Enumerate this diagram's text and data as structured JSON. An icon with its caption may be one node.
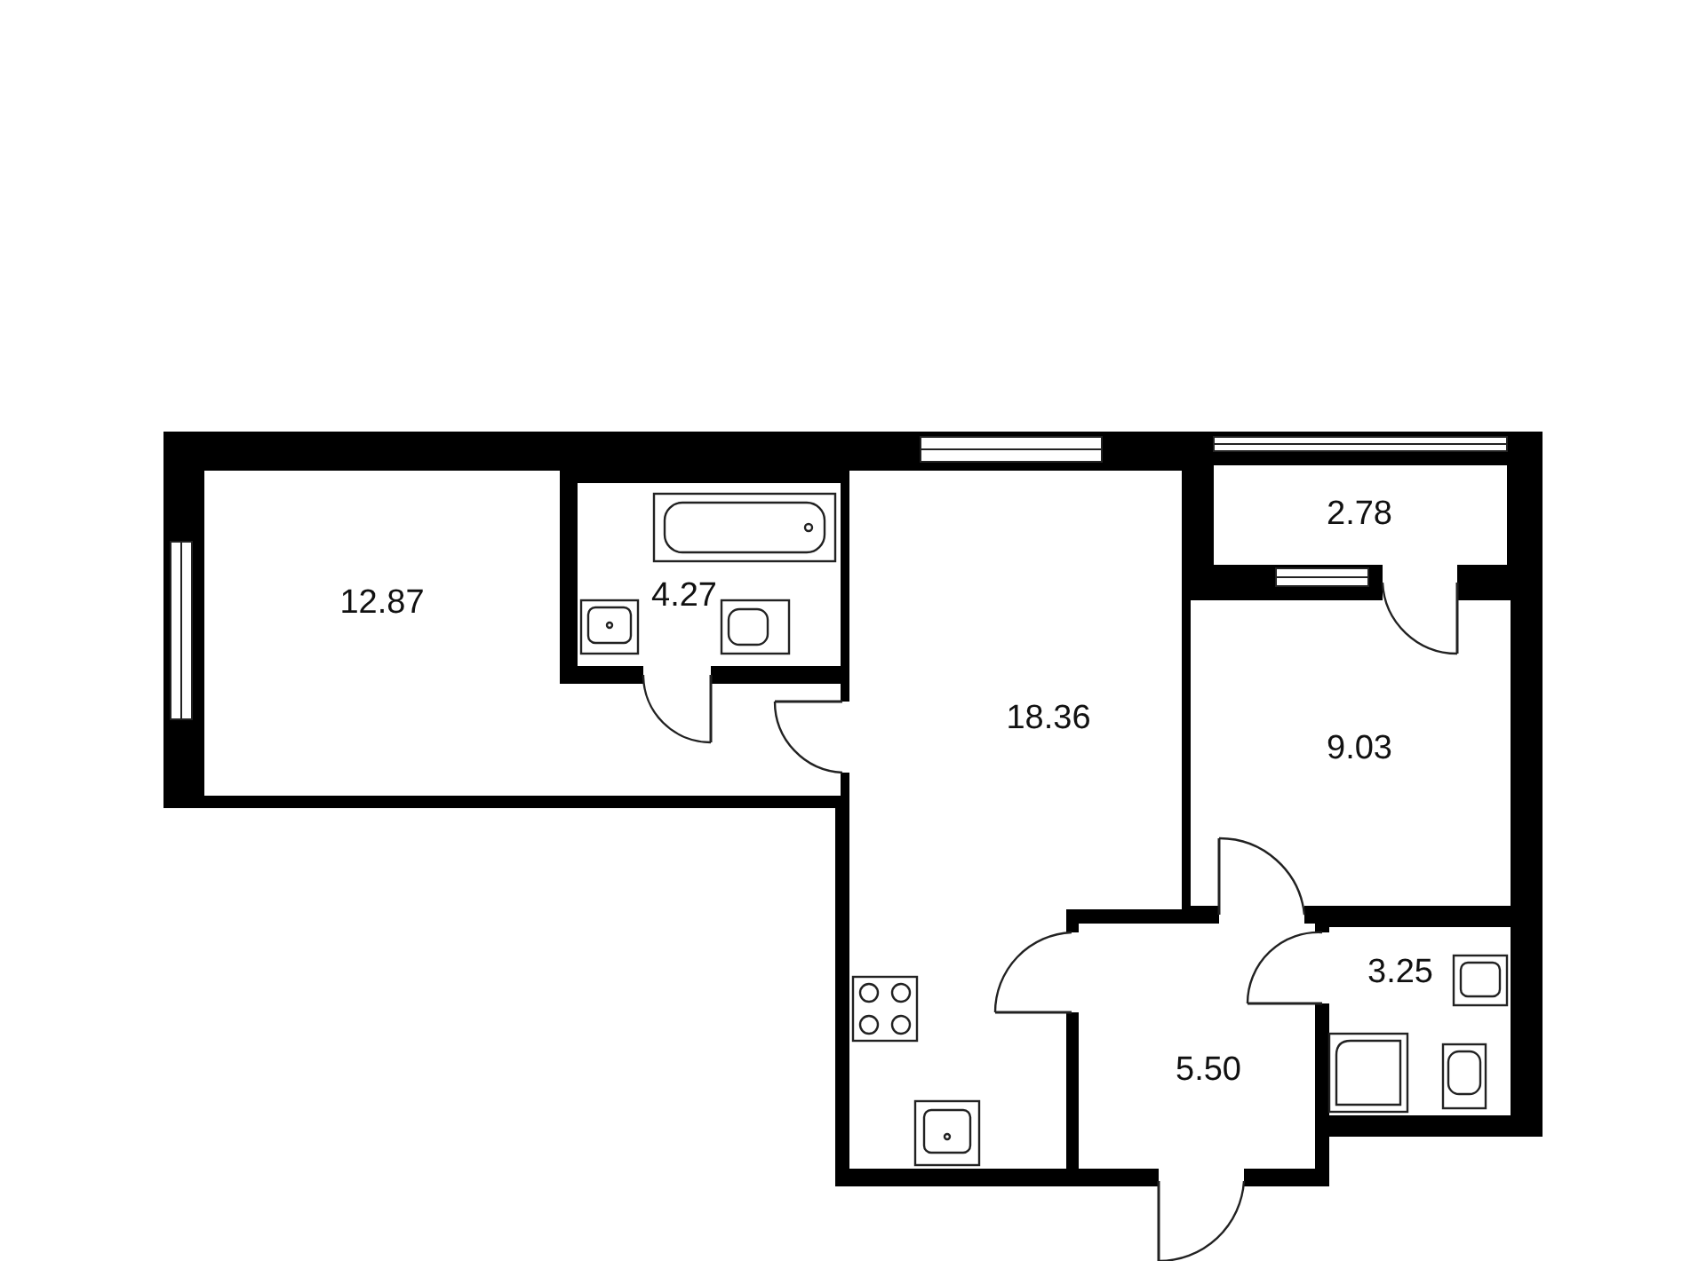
{
  "diagram": {
    "nodes": [
      {
        "text": [
          "12.87"
        ]
      },
      {
        "text": [
          "4.27"
        ]
      },
      {
        "text": [
          "18.36"
        ]
      },
      {
        "text": [
          "2.78"
        ]
      },
      {
        "text": [
          "9.03"
        ]
      },
      {
        "text": [
          "5.50"
        ]
      },
      {
        "text": [
          "3.25"
        ]
      }
    ]
  }
}
